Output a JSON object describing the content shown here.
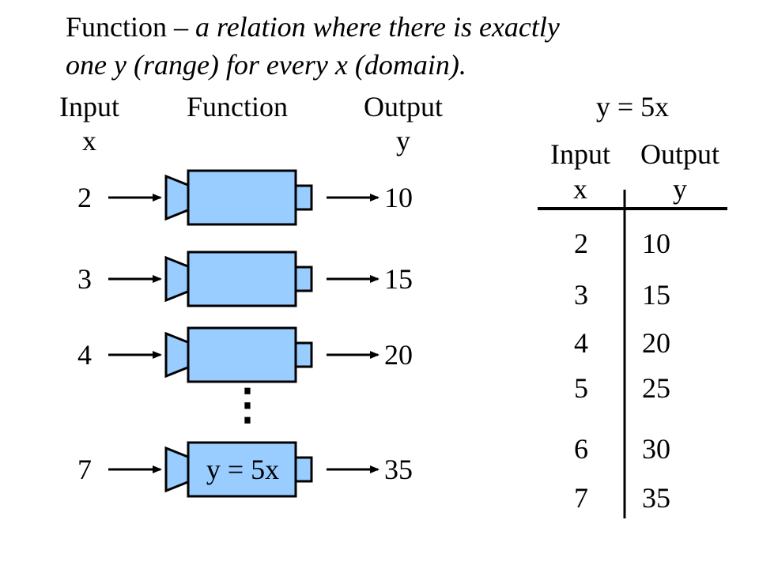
{
  "title": {
    "term": "Function",
    "dash": " – ",
    "definition_line1": "a relation where there is exactly",
    "definition_line2": "one y (range) for every x (domain)."
  },
  "diagram": {
    "headers": {
      "input": "Input",
      "input_var": "x",
      "function": "Function",
      "output": "Output",
      "output_var": "y"
    },
    "rows": [
      {
        "input": "2",
        "output": "10",
        "machine_label": ""
      },
      {
        "input": "3",
        "output": "15",
        "machine_label": ""
      },
      {
        "input": "4",
        "output": "20",
        "machine_label": ""
      },
      {
        "input": "7",
        "output": "35",
        "machine_label": "y = 5x"
      }
    ],
    "ellipsis": "⋮",
    "colors": {
      "machine_fill": "#99ccff",
      "stroke": "#000000"
    }
  },
  "table": {
    "title": "y = 5x",
    "header_input": "Input",
    "header_output": "Output",
    "var_x": "x",
    "var_y": "y",
    "rows": [
      {
        "x": "2",
        "y": "10"
      },
      {
        "x": "3",
        "y": "15"
      },
      {
        "x": "4",
        "y": "20"
      },
      {
        "x": "5",
        "y": "25"
      },
      {
        "x": "6",
        "y": "30"
      },
      {
        "x": "7",
        "y": "35"
      }
    ]
  }
}
